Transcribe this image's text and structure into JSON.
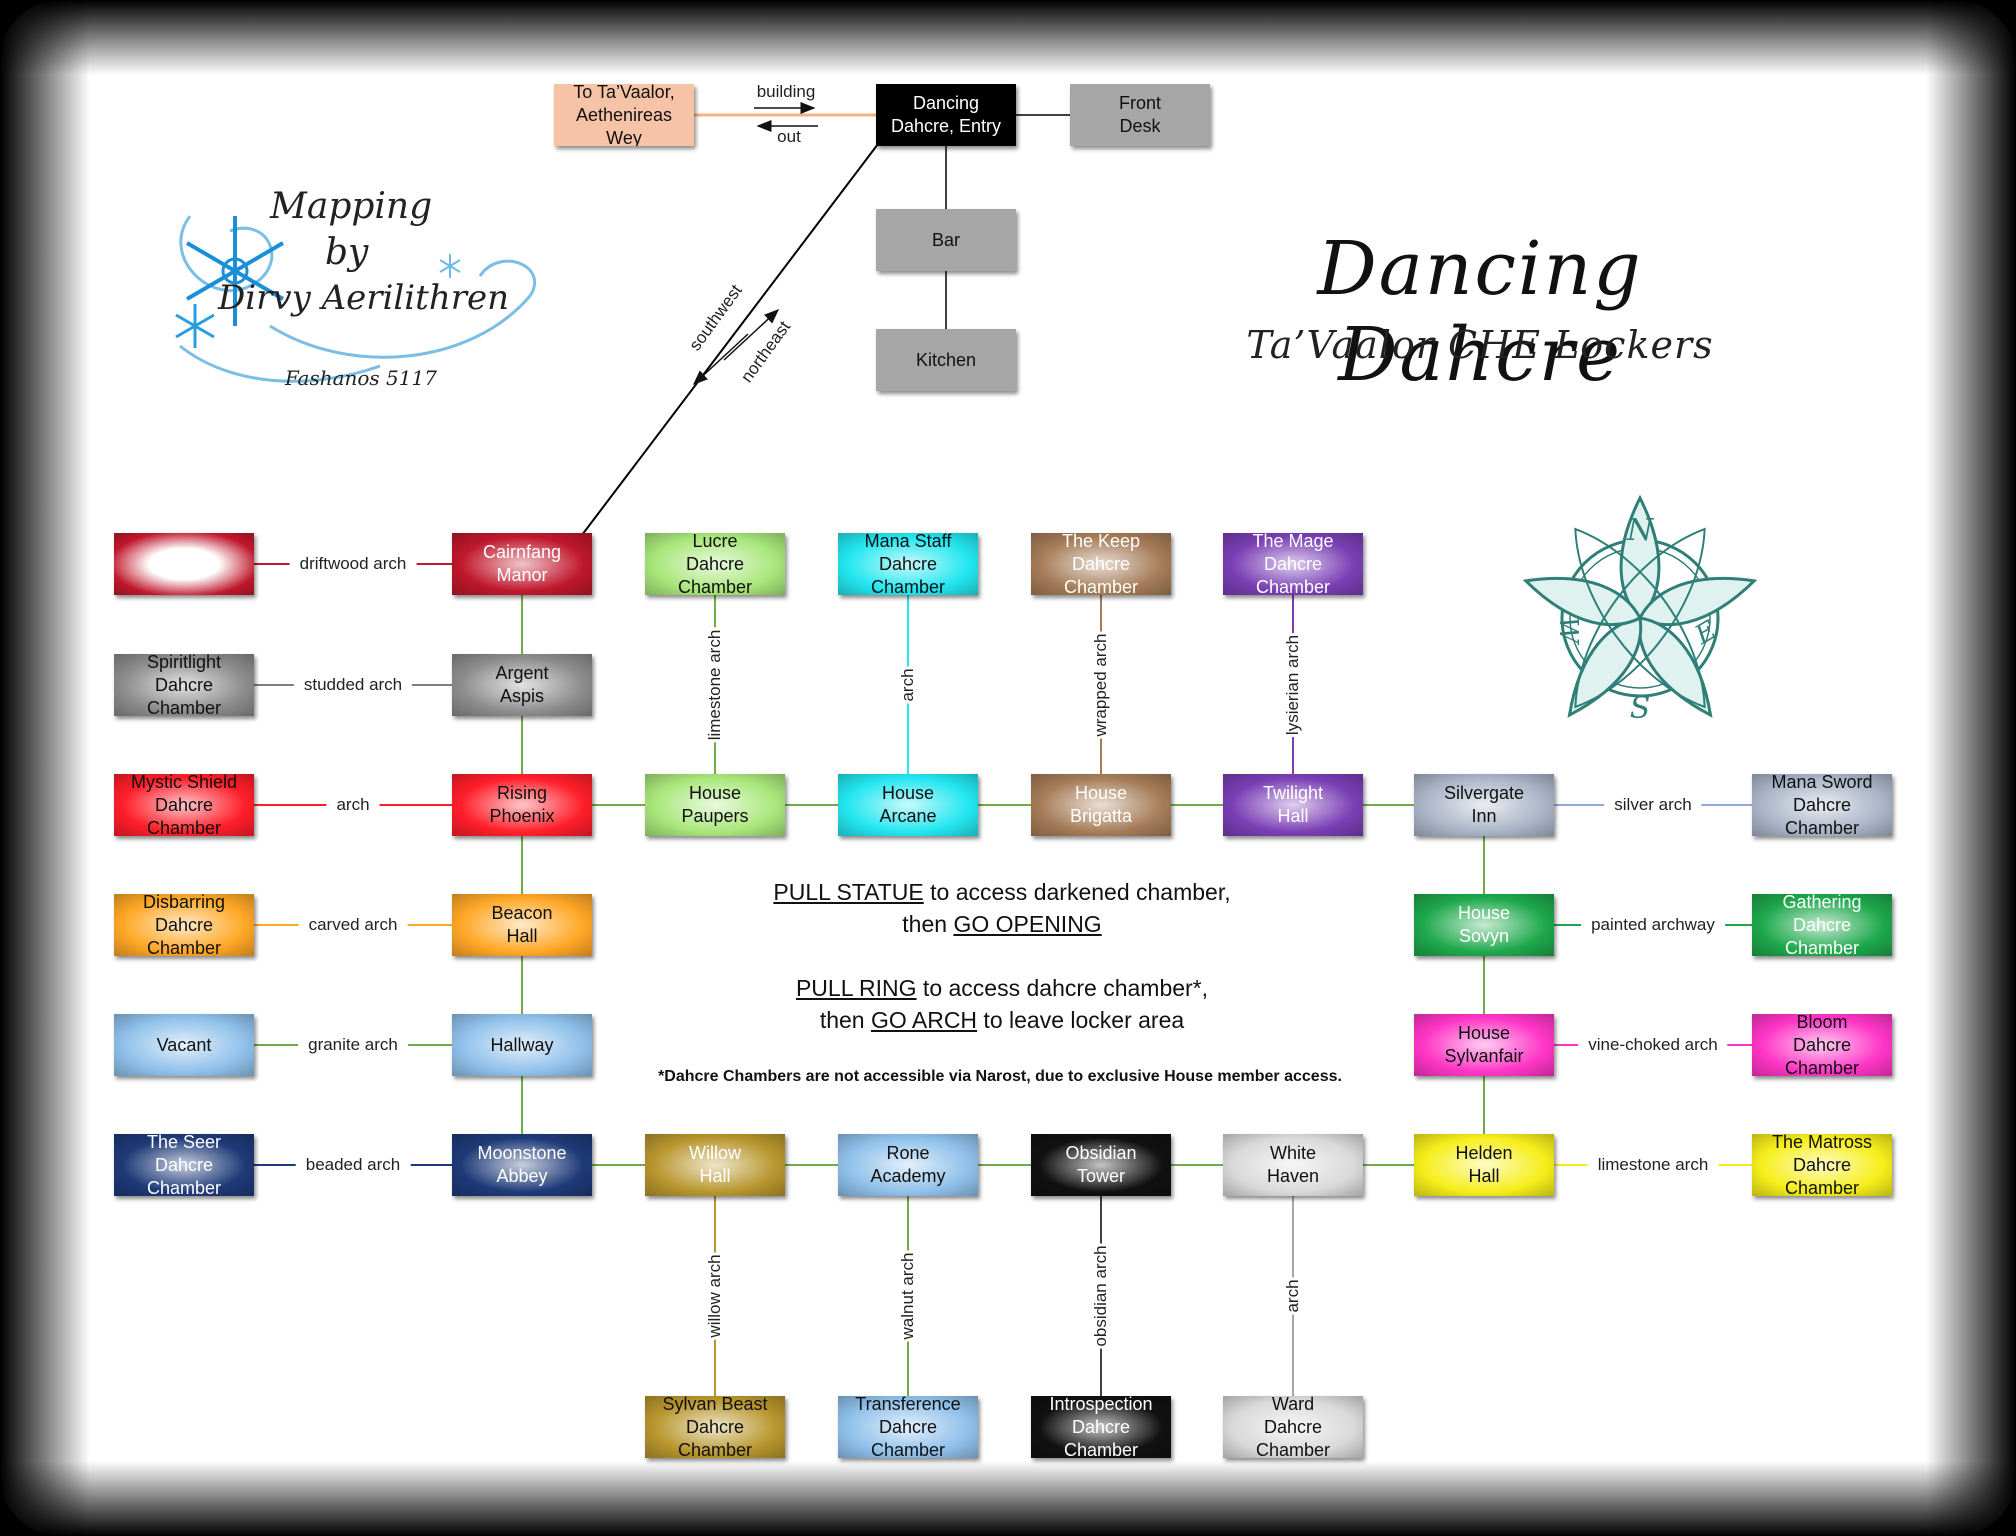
{
  "title": "Dancing Dahcre",
  "subtitle": "Ta’Vaalor CHE Lockers",
  "credit": {
    "line1": "Mapping",
    "line2": "by",
    "line3": "Dirvy Aerilithren",
    "date": "Fashanos 5117"
  },
  "instructions": {
    "statue_cmd": "PULL STATUE",
    "statue_rest": " to access darkened chamber,",
    "statue_then": "then ",
    "statue_go": "GO OPENING",
    "ring_cmd": "PULL RING",
    "ring_rest": " to access dahcre chamber*,",
    "ring_then": "then ",
    "ring_go": "GO ARCH",
    "ring_tail": " to leave locker area",
    "footnote": "*Dahcre Chambers are not accessible via Narost, due to exclusive House member access."
  },
  "compass_letters": {
    "n": "N",
    "e": "E",
    "s": "S",
    "w": "W"
  },
  "nodes": [
    {
      "id": "to-tavaalor",
      "label": "To Ta’Vaalor,\nAethenireas Wey",
      "bg": "#f7c3a6",
      "fg": "#111"
    },
    {
      "id": "entry",
      "label": "Dancing\nDahcre, Entry",
      "bg": "#000000",
      "fg": "#ffffff"
    },
    {
      "id": "front-desk",
      "label": "Front\nDesk",
      "bg": "#a6a6a6",
      "fg": "#111"
    },
    {
      "id": "bar",
      "label": "Bar",
      "bg": "#a6a6a6",
      "fg": "#111"
    },
    {
      "id": "kitchen",
      "label": "Kitchen",
      "bg": "#a6a6a6",
      "fg": "#111"
    },
    {
      "id": "darkened",
      "label": "",
      "bg": "#c0182c",
      "fg": "#fff"
    },
    {
      "id": "cairnfang",
      "label": "Cairnfang\nManor",
      "bg": "#c0182c",
      "fg": "#fff"
    },
    {
      "id": "spiritlight",
      "label": "Spiritlight\nDahcre Chamber",
      "bg": "#8c8c8c",
      "fg": "#111"
    },
    {
      "id": "argent",
      "label": "Argent\nAspis",
      "bg": "#8c8c8c",
      "fg": "#111"
    },
    {
      "id": "mystic",
      "label": "Mystic Shield\nDahcre Chamber",
      "bg": "#ff1f2a",
      "fg": "#111"
    },
    {
      "id": "rising",
      "label": "Rising\nPhoenix",
      "bg": "#ff1f2a",
      "fg": "#111"
    },
    {
      "id": "disbarring",
      "label": "Disbarring\nDahcre Chamber",
      "bg": "#ffa726",
      "fg": "#111"
    },
    {
      "id": "beacon",
      "label": "Beacon\nHall",
      "bg": "#ffa726",
      "fg": "#111"
    },
    {
      "id": "vacant",
      "label": "Vacant",
      "bg": "#8fc0ea",
      "fg": "#111"
    },
    {
      "id": "hallway",
      "label": "Hallway",
      "bg": "#8fc0ea",
      "fg": "#111"
    },
    {
      "id": "seer",
      "label": "The Seer\nDahcre Chamber",
      "bg": "#1e3a78",
      "fg": "#fff"
    },
    {
      "id": "moonstone",
      "label": "Moonstone\nAbbey",
      "bg": "#1e3a78",
      "fg": "#fff"
    },
    {
      "id": "lucre",
      "label": "Lucre\nDahcre Chamber",
      "bg": "#a8e67a",
      "fg": "#111"
    },
    {
      "id": "paupers",
      "label": "House\nPaupers",
      "bg": "#a8e67a",
      "fg": "#111"
    },
    {
      "id": "manastaff",
      "label": "Mana Staff\nDahcre Chamber",
      "bg": "#22e6f0",
      "fg": "#111"
    },
    {
      "id": "arcane",
      "label": "House\nArcane",
      "bg": "#22e6f0",
      "fg": "#111"
    },
    {
      "id": "keep",
      "label": "The Keep\nDahcre Chamber",
      "bg": "#a57c58",
      "fg": "#fff"
    },
    {
      "id": "brigatta",
      "label": "House\nBrigatta",
      "bg": "#a57c58",
      "fg": "#fff"
    },
    {
      "id": "mage",
      "label": "The Mage\nDahcre Chamber",
      "bg": "#7a3fb5",
      "fg": "#fff"
    },
    {
      "id": "twilight",
      "label": "Twilight\nHall",
      "bg": "#7a3fb5",
      "fg": "#fff"
    },
    {
      "id": "silvergate",
      "label": "Silvergate\nInn",
      "bg": "#a9b4c6",
      "fg": "#111"
    },
    {
      "id": "manasword",
      "label": "Mana Sword\nDahcre Chamber",
      "bg": "#a9b4c6",
      "fg": "#111"
    },
    {
      "id": "sovyn",
      "label": "House\nSovyn",
      "bg": "#1ea84c",
      "fg": "#fff"
    },
    {
      "id": "gathering",
      "label": "Gathering\nDahcre Chamber",
      "bg": "#1ea84c",
      "fg": "#fff"
    },
    {
      "id": "sylvanfair",
      "label": "House\nSylvanfair",
      "bg": "#ff35c6",
      "fg": "#111"
    },
    {
      "id": "bloom",
      "label": "Bloom\nDahcre Chamber",
      "bg": "#ff35c6",
      "fg": "#111"
    },
    {
      "id": "helden",
      "label": "Helden\nHall",
      "bg": "#f6ee1a",
      "fg": "#111"
    },
    {
      "id": "matross",
      "label": "The Matross\nDahcre Chamber",
      "bg": "#f6ee1a",
      "fg": "#111"
    },
    {
      "id": "willow",
      "label": "Willow\nHall",
      "bg": "#b8962e",
      "fg": "#fff"
    },
    {
      "id": "rone",
      "label": "Rone\nAcademy",
      "bg": "#8fc0ea",
      "fg": "#111"
    },
    {
      "id": "obsidian",
      "label": "Obsidian\nTower",
      "bg": "#111111",
      "fg": "#fff"
    },
    {
      "id": "whitehaven",
      "label": "White\nHaven",
      "bg": "#d9d9d9",
      "fg": "#111"
    },
    {
      "id": "sylvanbeast",
      "label": "Sylvan Beast\nDahcre Chamber",
      "bg": "#b8962e",
      "fg": "#111"
    },
    {
      "id": "transference",
      "label": "Transference\nDahcre Chamber",
      "bg": "#8fc0ea",
      "fg": "#111"
    },
    {
      "id": "introspection",
      "label": "Introspection\nDahcre Chamber",
      "bg": "#111111",
      "fg": "#fff"
    },
    {
      "id": "ward",
      "label": "Ward\nDahcre Chamber",
      "bg": "#d9d9d9",
      "fg": "#111"
    }
  ],
  "edges": [
    {
      "from": "to-tavaalor",
      "to": "entry",
      "label": "",
      "color": "#f4b183"
    },
    {
      "from": "entry",
      "to": "front-desk",
      "label": "",
      "color": "#404040"
    },
    {
      "from": "entry",
      "to": "bar",
      "label": "",
      "color": "#404040"
    },
    {
      "from": "bar",
      "to": "kitchen",
      "label": "",
      "color": "#404040"
    },
    {
      "from": "entry",
      "to": "cairnfang",
      "label": "",
      "color": "#000000"
    },
    {
      "from": "darkened",
      "to": "cairnfang",
      "label": "driftwood arch",
      "color": "#c0182c"
    },
    {
      "from": "spiritlight",
      "to": "argent",
      "label": "studded arch",
      "color": "#7f7f7f"
    },
    {
      "from": "mystic",
      "to": "rising",
      "label": "arch",
      "color": "#ff1f2a"
    },
    {
      "from": "disbarring",
      "to": "beacon",
      "label": "carved arch",
      "color": "#ffa726"
    },
    {
      "from": "vacant",
      "to": "hallway",
      "label": "granite arch",
      "color": "#70ad47"
    },
    {
      "from": "seer",
      "to": "moonstone",
      "label": "beaded arch",
      "color": "#1e3a78"
    },
    {
      "from": "cairnfang",
      "to": "argent",
      "label": "",
      "color": "#70ad47"
    },
    {
      "from": "argent",
      "to": "rising",
      "label": "",
      "color": "#70ad47"
    },
    {
      "from": "rising",
      "to": "beacon",
      "label": "",
      "color": "#70ad47"
    },
    {
      "from": "beacon",
      "to": "hallway",
      "label": "",
      "color": "#70ad47"
    },
    {
      "from": "hallway",
      "to": "moonstone",
      "label": "",
      "color": "#70ad47"
    },
    {
      "from": "rising",
      "to": "paupers",
      "label": "",
      "color": "#70ad47"
    },
    {
      "from": "paupers",
      "to": "arcane",
      "label": "",
      "color": "#70ad47"
    },
    {
      "from": "arcane",
      "to": "brigatta",
      "label": "",
      "color": "#70ad47"
    },
    {
      "from": "brigatta",
      "to": "twilight",
      "label": "",
      "color": "#70ad47"
    },
    {
      "from": "twilight",
      "to": "silvergate",
      "label": "",
      "color": "#70ad47"
    },
    {
      "from": "lucre",
      "to": "paupers",
      "label": "limestone arch",
      "color": "#70ad47"
    },
    {
      "from": "manastaff",
      "to": "arcane",
      "label": "arch",
      "color": "#22e6f0"
    },
    {
      "from": "keep",
      "to": "brigatta",
      "label": "wrapped arch",
      "color": "#a57c58"
    },
    {
      "from": "mage",
      "to": "twilight",
      "label": "lysierian arch",
      "color": "#7a3fb5"
    },
    {
      "from": "silvergate",
      "to": "manasword",
      "label": "silver arch",
      "color": "#8faadc"
    },
    {
      "from": "silvergate",
      "to": "sovyn",
      "label": "",
      "color": "#70ad47"
    },
    {
      "from": "sovyn",
      "to": "sylvanfair",
      "label": "",
      "color": "#70ad47"
    },
    {
      "from": "sylvanfair",
      "to": "helden",
      "label": "",
      "color": "#70ad47"
    },
    {
      "from": "sovyn",
      "to": "gathering",
      "label": "painted archway",
      "color": "#1ea84c"
    },
    {
      "from": "sylvanfair",
      "to": "bloom",
      "label": "vine-choked arch",
      "color": "#ff35c6"
    },
    {
      "from": "helden",
      "to": "matross",
      "label": "limestone arch",
      "color": "#f6ee1a"
    },
    {
      "from": "moonstone",
      "to": "willow",
      "label": "",
      "color": "#70ad47"
    },
    {
      "from": "willow",
      "to": "rone",
      "label": "",
      "color": "#70ad47"
    },
    {
      "from": "rone",
      "to": "obsidian",
      "label": "",
      "color": "#70ad47"
    },
    {
      "from": "obsidian",
      "to": "whitehaven",
      "label": "",
      "color": "#70ad47"
    },
    {
      "from": "whitehaven",
      "to": "helden",
      "label": "",
      "color": "#70ad47"
    },
    {
      "from": "willow",
      "to": "sylvanbeast",
      "label": "willow arch",
      "color": "#b8962e"
    },
    {
      "from": "rone",
      "to": "transference",
      "label": "walnut arch",
      "color": "#70ad47"
    },
    {
      "from": "obsidian",
      "to": "introspection",
      "label": "obsidian arch",
      "color": "#404040"
    },
    {
      "from": "whitehaven",
      "to": "ward",
      "label": "arch",
      "color": "#a6a6a6"
    }
  ],
  "direction_labels": {
    "building": "building",
    "out": "out",
    "southwest": "southwest",
    "northeast": "northeast"
  }
}
